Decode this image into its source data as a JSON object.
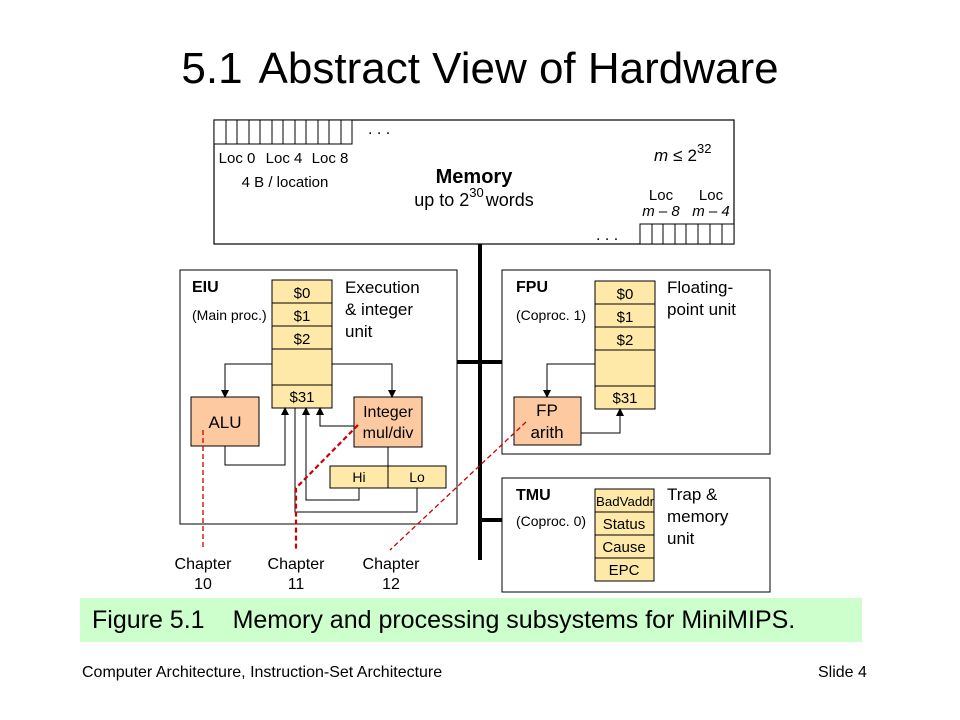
{
  "slide": {
    "title_number": "5.1",
    "title_text": "Abstract View of Hardware"
  },
  "memory": {
    "title": "Memory",
    "subtitle_prefix": "up to 2",
    "subtitle_exp": "30",
    "subtitle_suffix": "words",
    "loc0": "Loc 0",
    "loc4": "Loc 4",
    "loc8": "Loc 8",
    "bytes_per_loc": "4 B / location",
    "dots": ". . .",
    "m_label": "m",
    "leq": "≤",
    "m_base": "2",
    "m_exp": "32",
    "loc_m8_top": "Loc",
    "loc_m8_bottom": "m – 8",
    "loc_m4_top": "Loc",
    "loc_m4_bottom": "m – 4"
  },
  "eiu": {
    "name": "EIU",
    "sub": "(Main proc.)",
    "desc_line1": "Execution",
    "desc_line2": "& integer",
    "desc_line3": "unit",
    "regs": [
      "$0",
      "$1",
      "$2",
      "$31"
    ],
    "alu": "ALU",
    "mul_line1": "Integer",
    "mul_line2": "mul/div",
    "hi": "Hi",
    "lo": "Lo"
  },
  "fpu": {
    "name": "FPU",
    "sub": "(Coproc. 1)",
    "desc_line1": "Floating-",
    "desc_line2": "point unit",
    "regs": [
      "$0",
      "$1",
      "$2",
      "$31"
    ],
    "arith_line1": "FP",
    "arith_line2": "arith"
  },
  "tmu": {
    "name": "TMU",
    "sub": "(Coproc. 0)",
    "desc_line1": "Trap &",
    "desc_line2": "memory",
    "desc_line3": "unit",
    "regs": [
      "BadVaddr",
      "Status",
      "Cause",
      "EPC"
    ]
  },
  "chapters": [
    {
      "word": "Chapter",
      "num": "10"
    },
    {
      "word": "Chapter",
      "num": "11"
    },
    {
      "word": "Chapter",
      "num": "12"
    }
  ],
  "caption": {
    "fig": "Figure 5.1",
    "text": "Memory and processing subsystems for MiniMIPS."
  },
  "footer": {
    "left": "Computer Architecture, Instruction-Set Architecture",
    "right": "Slide 4"
  },
  "colors": {
    "register_fill": "#ffe9a8",
    "unit_fill": "#fcc9a0",
    "caption_bg": "#ccffcc",
    "chapter_line": "#cc0000"
  }
}
